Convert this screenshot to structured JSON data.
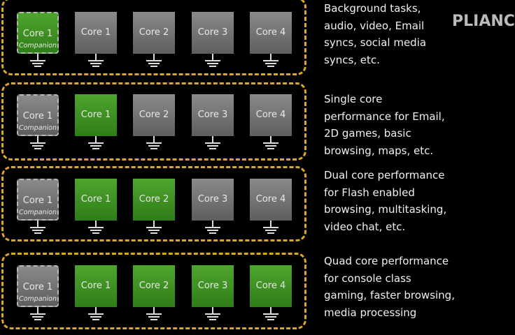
{
  "watermark": "PLIANCE",
  "colors": {
    "active": "#3f9424",
    "idle": "#777777",
    "border": "#d9a82a"
  },
  "rows": [
    {
      "cores": [
        {
          "label": "Core 1",
          "sub": "Companion",
          "active": true
        },
        {
          "label": "Core 1",
          "active": false
        },
        {
          "label": "Core 2",
          "active": false
        },
        {
          "label": "Core 3",
          "active": false
        },
        {
          "label": "Core 4",
          "active": false
        }
      ],
      "description": "Background tasks,\naudio, video, Email\nsyncs, social media\nsyncs, etc."
    },
    {
      "cores": [
        {
          "label": "Core 1",
          "sub": "Companion",
          "active": false
        },
        {
          "label": "Core 1",
          "active": true
        },
        {
          "label": "Core 2",
          "active": false
        },
        {
          "label": "Core 3",
          "active": false
        },
        {
          "label": "Core 4",
          "active": false
        }
      ],
      "description": "Single core\nperformance for Email,\n2D games, basic\nbrowsing, maps, etc."
    },
    {
      "cores": [
        {
          "label": "Core 1",
          "sub": "Companion",
          "active": false
        },
        {
          "label": "Core 1",
          "active": true
        },
        {
          "label": "Core 2",
          "active": true
        },
        {
          "label": "Core 3",
          "active": false
        },
        {
          "label": "Core 4",
          "active": false
        }
      ],
      "description": "Dual core performance\nfor Flash enabled\nbrowsing, multitasking,\nvideo chat, etc."
    },
    {
      "cores": [
        {
          "label": "Core 1",
          "sub": "Companion",
          "active": false
        },
        {
          "label": "Core 1",
          "active": true
        },
        {
          "label": "Core 2",
          "active": true
        },
        {
          "label": "Core 3",
          "active": true
        },
        {
          "label": "Core 4",
          "active": true
        }
      ],
      "description": "Quad core performance\nfor console class\ngaming, faster browsing,\nmedia processing"
    }
  ]
}
